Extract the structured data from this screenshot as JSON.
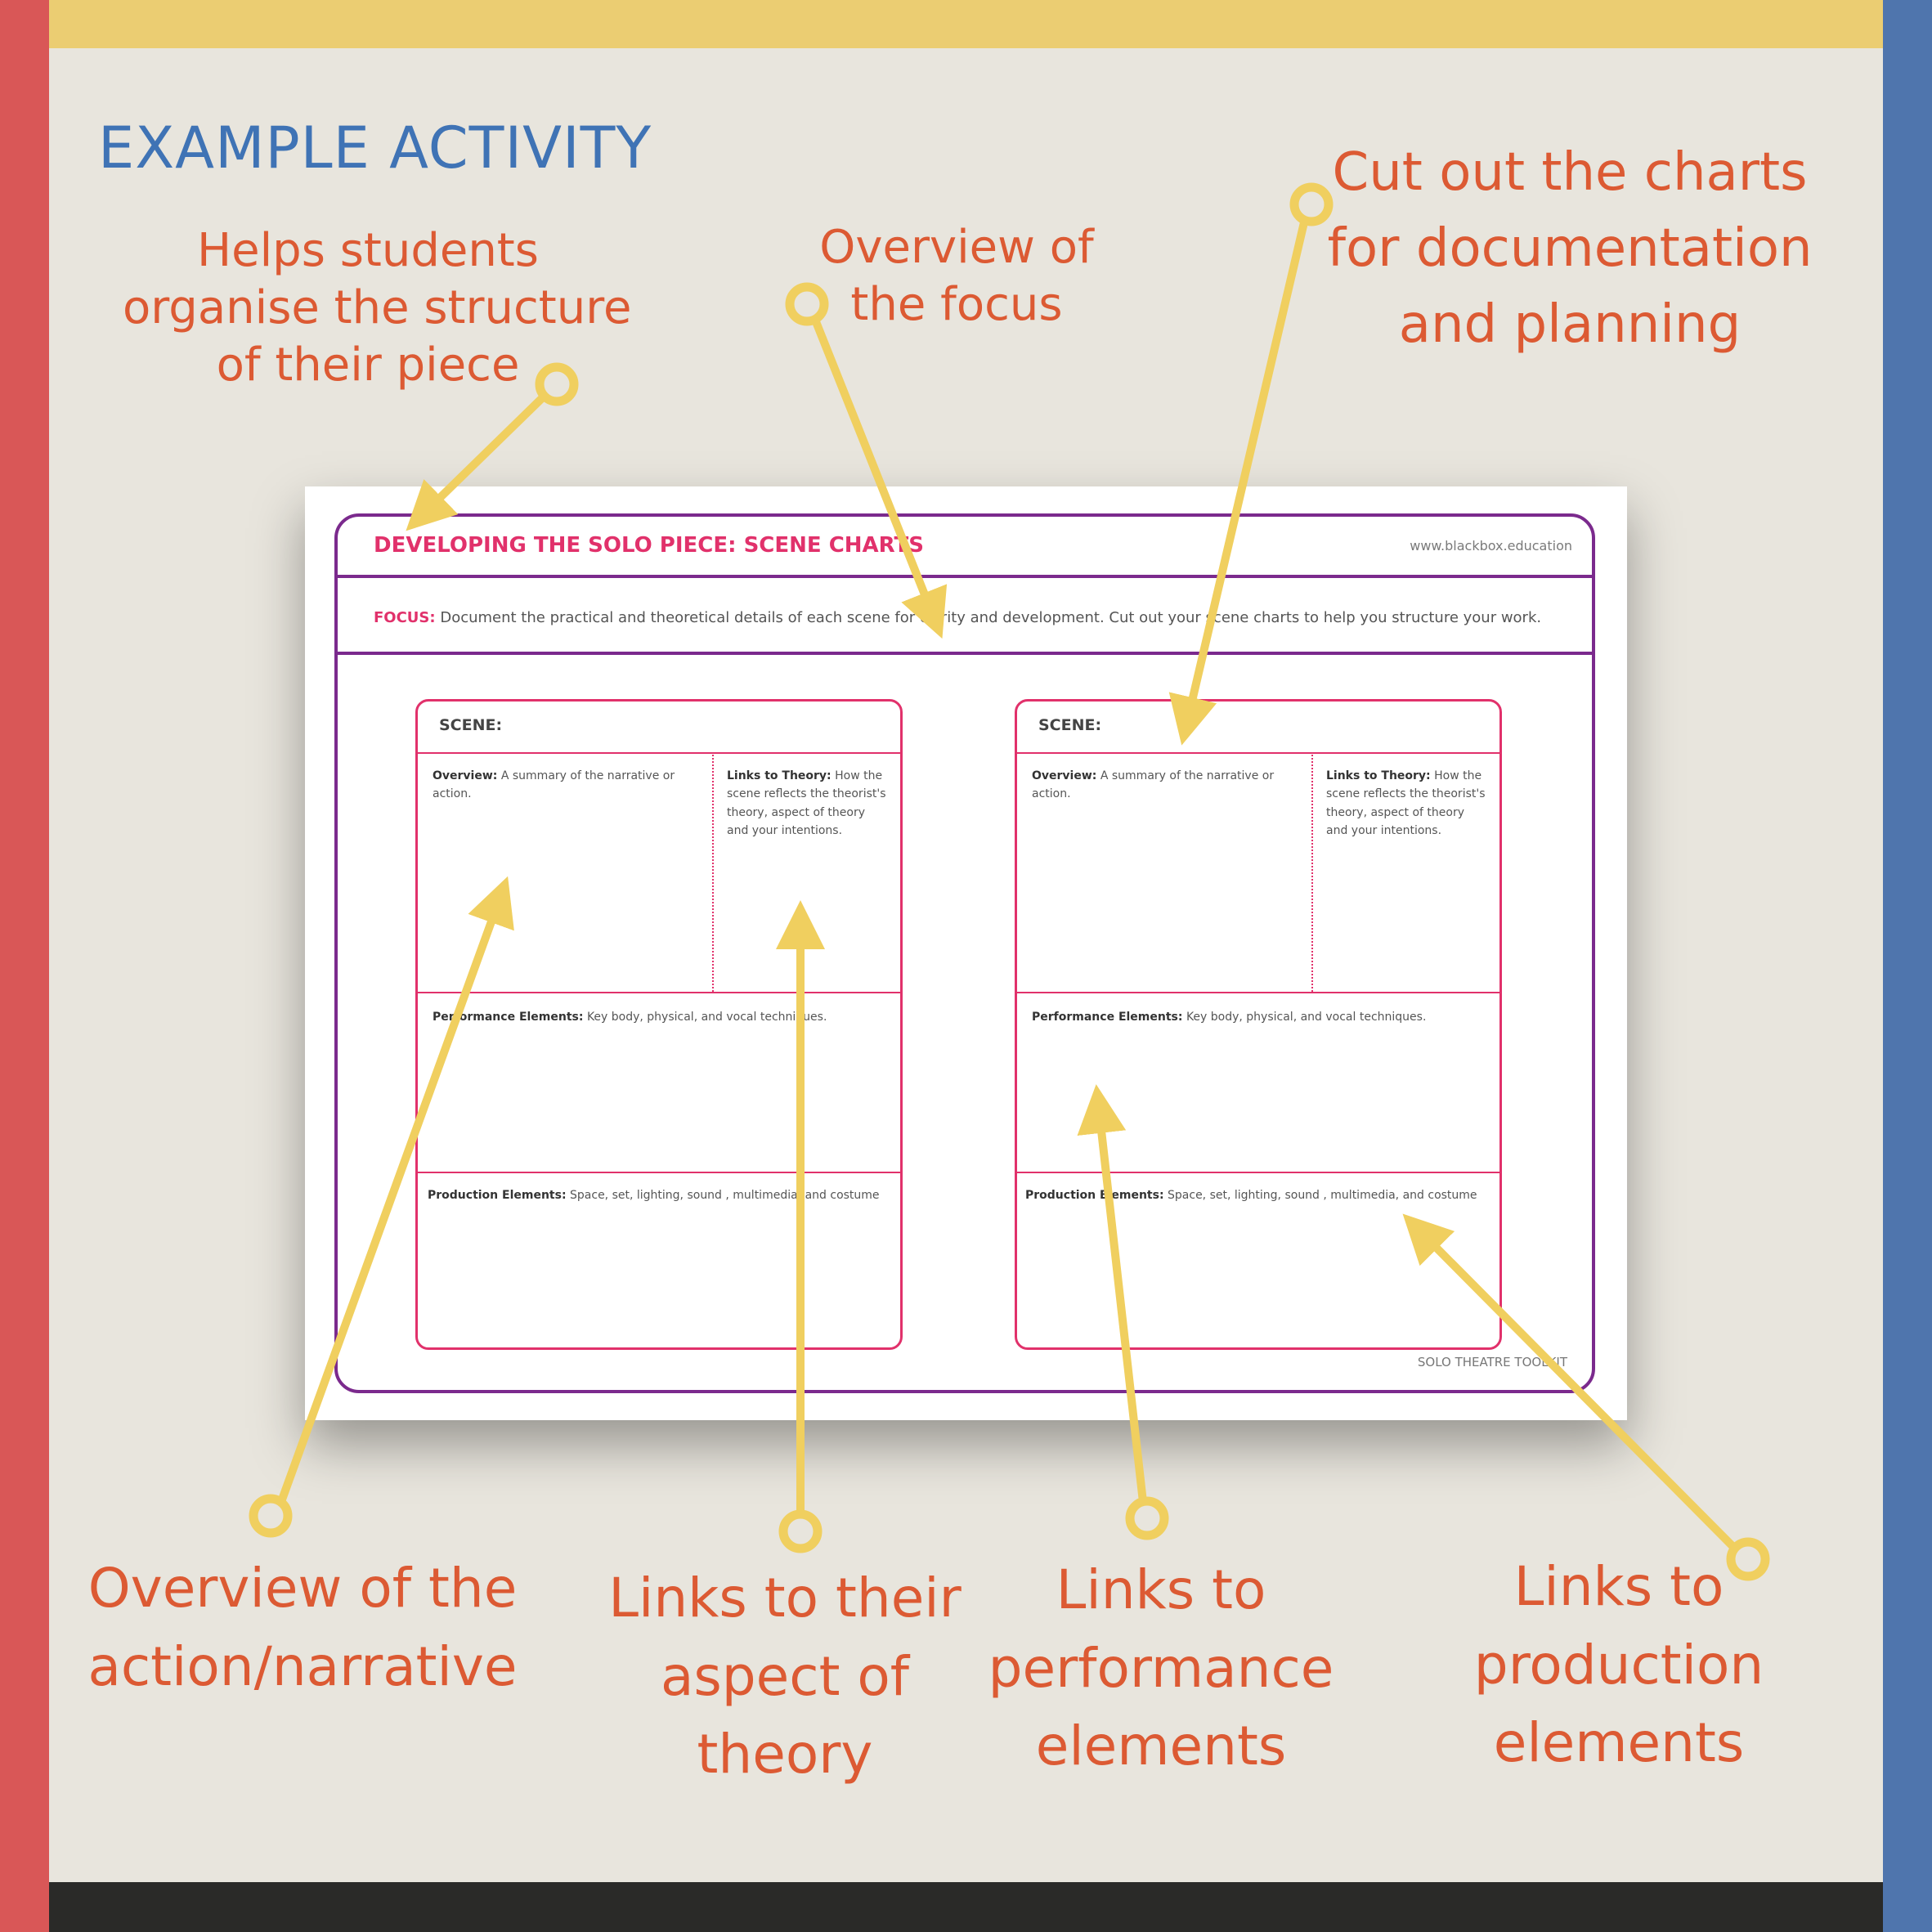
{
  "heading": "EXAMPLE ACTIVITY",
  "callouts": {
    "helps": [
      "Helps students",
      "organise the structure",
      "of their piece"
    ],
    "overview_focus": [
      "Overview of",
      "the focus"
    ],
    "cut_out": [
      "Cut out the charts",
      "for documentation",
      "and planning"
    ],
    "action": [
      "Overview of the",
      "action/narrative"
    ],
    "theory": [
      "Links to their",
      "aspect of",
      "theory"
    ],
    "performance": [
      "Links to",
      "performance",
      "elements"
    ],
    "production": [
      "Links to",
      "production",
      "elements"
    ]
  },
  "sheet": {
    "title": "DEVELOPING THE SOLO PIECE: SCENE CHARTS",
    "url": "www.blackbox.education",
    "focus_label": "FOCUS:",
    "focus_text": "Document the practical and theoretical details of each scene for clarity and development. Cut out your scene charts to help you structure your work.",
    "footer": "SOLO THEATRE TOOLKIT",
    "card": {
      "scene_label": "SCENE:",
      "overview_label": "Overview:",
      "overview_text": "A summary of the narrative or action.",
      "links_label": "Links to Theory:",
      "links_text": [
        "How the",
        "scene reflects the theorist's",
        "theory, aspect of theory",
        "and your intentions."
      ],
      "performance_label": "Performance Elements:",
      "performance_text": "Key body, physical, and vocal techniques.",
      "production_label": "Production Elements:",
      "production_text": "Space, set, lighting, sound , multimedia, and costume"
    }
  },
  "colors": {
    "band_left": "#d95757",
    "band_right": "#4f75ad",
    "band_top": "#ebcd72",
    "band_bottom": "#2a2a28",
    "background": "#e8e5dd",
    "heading": "#3f73b5",
    "callout_text": "#dc5a33",
    "arrow": "#f0cf5f",
    "frame": "#7b2a8d",
    "card_border": "#e1316b"
  }
}
